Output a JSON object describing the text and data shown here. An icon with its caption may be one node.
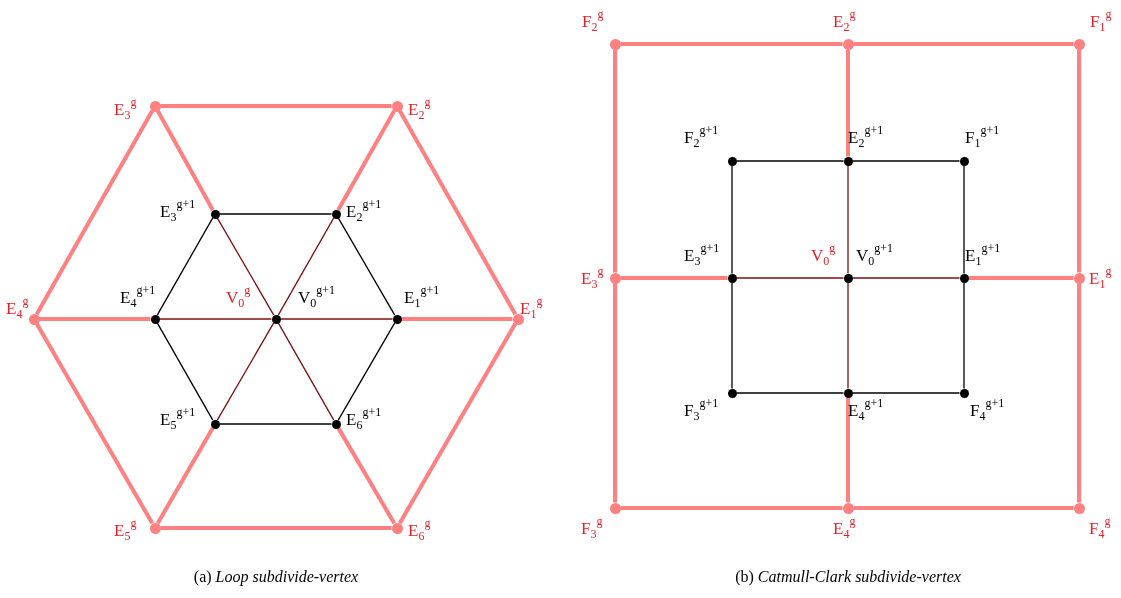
{
  "diagram": {
    "nodes": [
      {
        "text": [
          "E$_{1}$$^{g}$"
        ]
      },
      {
        "text": [
          "E$_{2}$$^{g}$"
        ]
      },
      {
        "text": [
          "E$_{3}$$^{g}$"
        ]
      },
      {
        "text": [
          "E$_{4}$$^{g}$"
        ]
      },
      {
        "text": [
          "E$_{5}$$^{g}$"
        ]
      },
      {
        "text": [
          "E$_{6}$$^{g}$"
        ]
      },
      {
        "text": [
          "V$_{0}$$^{g}$",
          "V$_{0}$$^{g+1}$"
        ]
      },
      {
        "text": [
          "E$_{1}$$^{g+1}$"
        ]
      },
      {
        "text": [
          "E$_{2}$$^{g+1}$"
        ]
      },
      {
        "text": [
          "E$_{3}$$^{g+1}$"
        ]
      },
      {
        "text": [
          "E$_{4}$$^{g+1}$"
        ]
      },
      {
        "text": [
          "E$_{5}$$^{g+1}$"
        ]
      },
      {
        "text": [
          "E$_{6}$$^{g+1}$"
        ]
      },
      {
        "text": [
          "F$_{2}$$^{g}$"
        ]
      },
      {
        "text": [
          "E$_{2}$$^{g}$"
        ]
      },
      {
        "text": [
          "F$_{1}$$^{g}$"
        ]
      },
      {
        "text": [
          "E$_{3}$$^{g}$"
        ]
      },
      {
        "text": [
          "E$_{1}$$^{g}$"
        ]
      },
      {
        "text": [
          "F$_{3}$$^{g}$"
        ]
      },
      {
        "text": [
          "E$_{4}$$^{g}$"
        ]
      },
      {
        "text": [
          "F$_{4}$$^{g}$"
        ]
      },
      {
        "text": [
          "V$_{0}$$^{g}$",
          "V$_{0}$$^{g+1}$"
        ]
      },
      {
        "text": [
          "F$_{2}$$^{g+1}$"
        ]
      },
      {
        "text": [
          "E$_{2}$$^{g+1}$"
        ]
      },
      {
        "text": [
          "F$_{1}$$^{g+1}$"
        ]
      },
      {
        "text": [
          "E$_{3}$$^{g+1}$"
        ]
      },
      {
        "text": [
          "E$_{1}$$^{g+1}$"
        ]
      },
      {
        "text": [
          "F$_{3}$$^{g+1}$"
        ]
      },
      {
        "text": [
          "E$_{4}$$^{g+1}$"
        ]
      },
      {
        "text": [
          "F$_{4}$$^{g+1}$"
        ]
      }
    ],
    "edges": [
      {
        "from": 0,
        "to": 1,
        "arrow": "none",
        "style": "thick",
        "color": "#ff8080"
      },
      {
        "from": 1,
        "to": 2,
        "arrow": "none",
        "style": "thick",
        "color": "#ff8080"
      },
      {
        "from": 2,
        "to": 3,
        "arrow": "none",
        "style": "thick",
        "color": "#ff8080"
      },
      {
        "from": 3,
        "to": 4,
        "arrow": "none",
        "style": "thick",
        "color": "#ff8080"
      },
      {
        "from": 4,
        "to": 5,
        "arrow": "none",
        "style": "thick",
        "color": "#ff8080"
      },
      {
        "from": 5,
        "to": 0,
        "arrow": "none",
        "style": "thick",
        "color": "#ff8080"
      },
      {
        "from": 0,
        "to": 7,
        "arrow": "none",
        "style": "thick",
        "color": "#ff8080"
      },
      {
        "from": 1,
        "to": 8,
        "arrow": "none",
        "style": "thick",
        "color": "#ff8080"
      },
      {
        "from": 2,
        "to": 9,
        "arrow": "none",
        "style": "thick",
        "color": "#ff8080"
      },
      {
        "from": 3,
        "to": 10,
        "arrow": "none",
        "style": "thick",
        "color": "#ff8080"
      },
      {
        "from": 4,
        "to": 11,
        "arrow": "none",
        "style": "thick",
        "color": "#ff8080"
      },
      {
        "from": 5,
        "to": 12,
        "arrow": "none",
        "style": "thick",
        "color": "#ff8080"
      },
      {
        "from": 7,
        "to": 6,
        "arrow": "none",
        "color": "#7a1010"
      },
      {
        "from": 8,
        "to": 6,
        "arrow": "none",
        "color": "#7a1010"
      },
      {
        "from": 9,
        "to": 6,
        "arrow": "none",
        "color": "#7a1010"
      },
      {
        "from": 10,
        "to": 6,
        "arrow": "none",
        "color": "#7a1010"
      },
      {
        "from": 11,
        "to": 6,
        "arrow": "none",
        "color": "#7a1010"
      },
      {
        "from": 12,
        "to": 6,
        "arrow": "none",
        "color": "#7a1010"
      },
      {
        "from": 7,
        "to": 8,
        "arrow": "none",
        "color": "#000000"
      },
      {
        "from": 8,
        "to": 9,
        "arrow": "none",
        "color": "#000000"
      },
      {
        "from": 9,
        "to": 10,
        "arrow": "none",
        "color": "#000000"
      },
      {
        "from": 10,
        "to": 11,
        "arrow": "none",
        "color": "#000000"
      },
      {
        "from": 11,
        "to": 12,
        "arrow": "none",
        "color": "#000000"
      },
      {
        "from": 12,
        "to": 7,
        "arrow": "none",
        "color": "#000000"
      },
      {
        "from": 13,
        "to": 14,
        "arrow": "none",
        "style": "thick",
        "color": "#ff8080"
      },
      {
        "from": 14,
        "to": 15,
        "arrow": "none",
        "style": "thick",
        "color": "#ff8080"
      },
      {
        "from": 15,
        "to": 17,
        "arrow": "none",
        "style": "thick",
        "color": "#ff8080"
      },
      {
        "from": 17,
        "to": 20,
        "arrow": "none",
        "style": "thick",
        "color": "#ff8080"
      },
      {
        "from": 20,
        "to": 19,
        "arrow": "none",
        "style": "thick",
        "color": "#ff8080"
      },
      {
        "from": 19,
        "to": 18,
        "arrow": "none",
        "style": "thick",
        "color": "#ff8080"
      },
      {
        "from": 18,
        "to": 16,
        "arrow": "none",
        "style": "thick",
        "color": "#ff8080"
      },
      {
        "from": 16,
        "to": 13,
        "arrow": "none",
        "style": "thick",
        "color": "#ff8080"
      },
      {
        "from": 14,
        "to": 23,
        "arrow": "none",
        "style": "thick",
        "color": "#ff8080"
      },
      {
        "from": 16,
        "to": 25,
        "arrow": "none",
        "style": "thick",
        "color": "#ff8080"
      },
      {
        "from": 17,
        "to": 26,
        "arrow": "none",
        "style": "thick",
        "color": "#ff8080"
      },
      {
        "from": 19,
        "to": 28,
        "arrow": "none",
        "style": "thick",
        "color": "#ff8080"
      },
      {
        "from": 23,
        "to": 21,
        "arrow": "none",
        "color": "#7a1010"
      },
      {
        "from": 25,
        "to": 21,
        "arrow": "none",
        "color": "#7a1010"
      },
      {
        "from": 26,
        "to": 21,
        "arrow": "none",
        "color": "#7a1010"
      },
      {
        "from": 28,
        "to": 21,
        "arrow": "none",
        "color": "#7a1010"
      },
      {
        "from": 22,
        "to": 23,
        "arrow": "none",
        "color": "#000000"
      },
      {
        "from": 23,
        "to": 24,
        "arrow": "none",
        "color": "#000000"
      },
      {
        "from": 24,
        "to": 26,
        "arrow": "none",
        "color": "#000000"
      },
      {
        "from": 26,
        "to": 29,
        "arrow": "none",
        "color": "#000000"
      },
      {
        "from": 29,
        "to": 28,
        "arrow": "none",
        "color": "#000000"
      },
      {
        "from": 28,
        "to": 27,
        "arrow": "none",
        "color": "#000000"
      },
      {
        "from": 27,
        "to": 25,
        "arrow": "none",
        "color": "#000000"
      },
      {
        "from": 25,
        "to": 22,
        "arrow": "none",
        "color": "#000000"
      }
    ],
    "labels": [
      "(a) *Loop subdivide-vertex*",
      "(b) *Catmull-Clark subdivide-vertex*"
    ]
  }
}
